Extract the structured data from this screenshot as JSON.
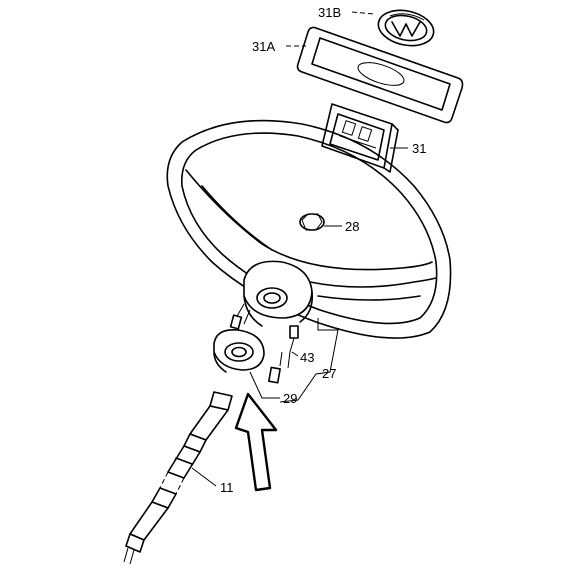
{
  "diagram": {
    "callouts": {
      "c31b": "31B",
      "c31a": "31A",
      "c31": "31",
      "c28": "28",
      "c43": "43",
      "c27": "27",
      "c29": "29",
      "c11": "11"
    },
    "stroke_color": "#000000",
    "background_color": "#ffffff"
  }
}
